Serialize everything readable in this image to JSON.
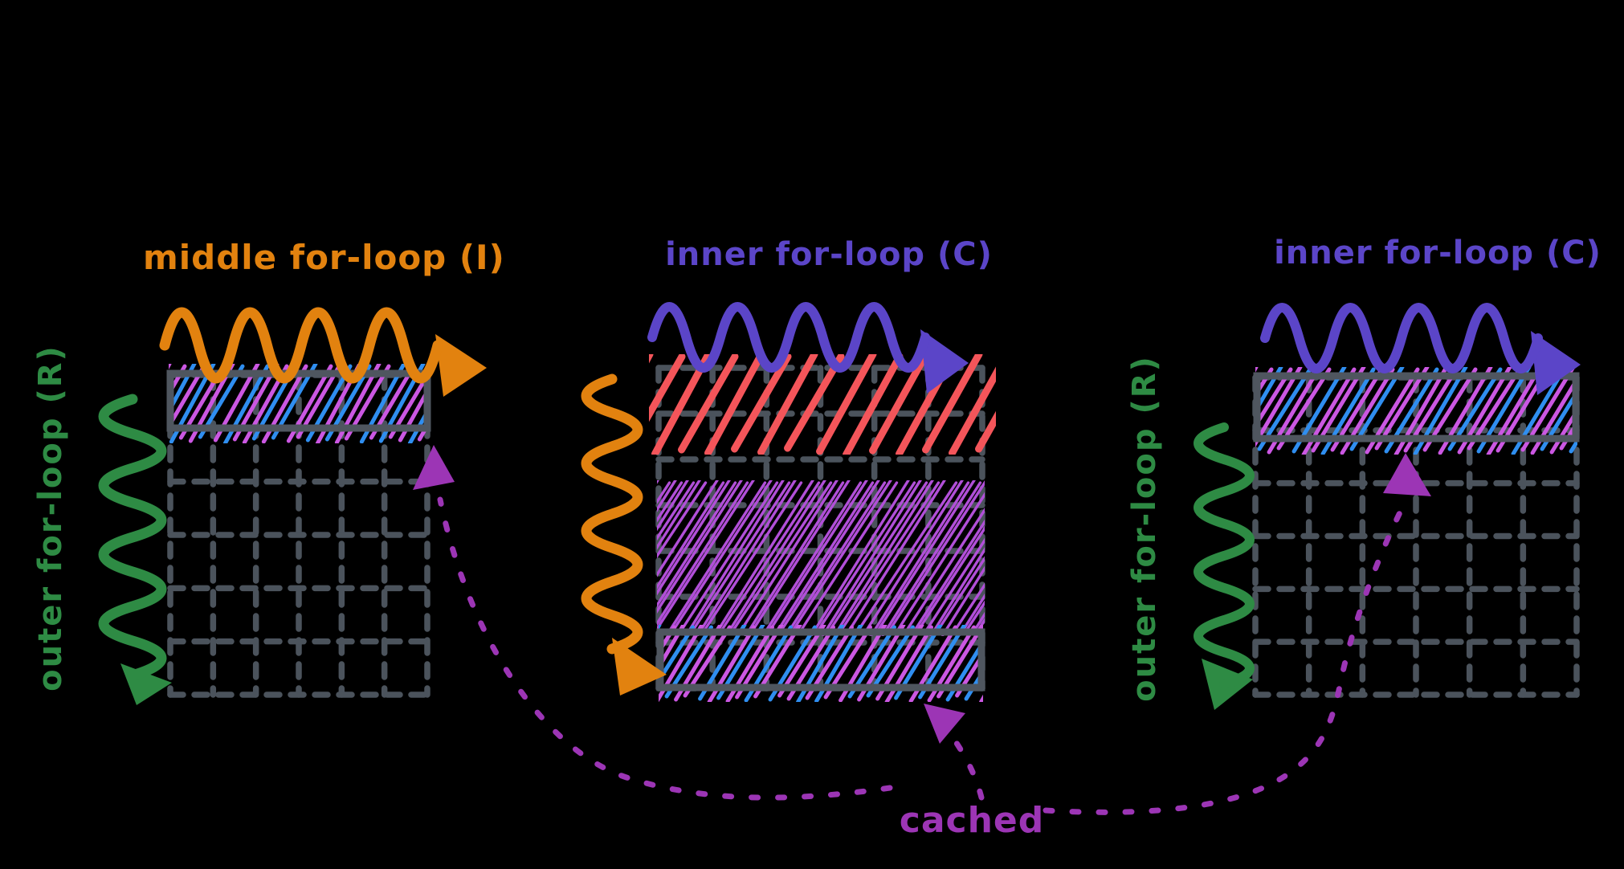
{
  "panels": {
    "left": {
      "top_label": "middle for-loop (I)",
      "side_label": "outer for-loop (R)"
    },
    "middle": {
      "top_label": "inner for-loop (C)"
    },
    "right": {
      "top_label": "inner for-loop (C)",
      "side_label": "outer for-loop (R)"
    }
  },
  "caption": {
    "cached_label": "cached"
  },
  "colors": {
    "background": "#000000",
    "orange": "#e2820f",
    "green": "#2e8b44",
    "purple": "#5b45c8",
    "violet": "#9c35b5",
    "magenta": "#cb57e2",
    "magenta_dense": "#b14fd8",
    "blue": "#2f8ef0",
    "red": "#f4555a",
    "grid": "#4b535c",
    "border": "#4f565f"
  }
}
